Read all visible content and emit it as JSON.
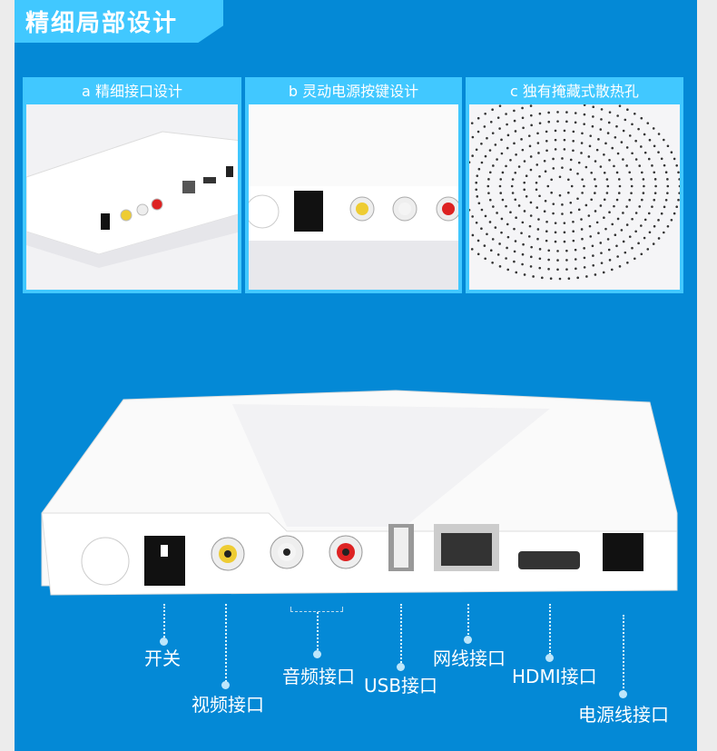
{
  "header": {
    "title": "精细局部设计"
  },
  "panels": [
    {
      "label": "a 精细接口设计"
    },
    {
      "label": "b 灵动电源按键设计"
    },
    {
      "label": "c 独有掩藏式散热孔"
    }
  ],
  "callouts": {
    "switch": "开关",
    "video": "视频接口",
    "audio": "音频接口",
    "usb": "USB接口",
    "ethernet": "网线接口",
    "hdmi": "HDMI接口",
    "power": "电源线接口"
  },
  "colors": {
    "background": "#0489d6",
    "accent": "#41c8ff"
  }
}
